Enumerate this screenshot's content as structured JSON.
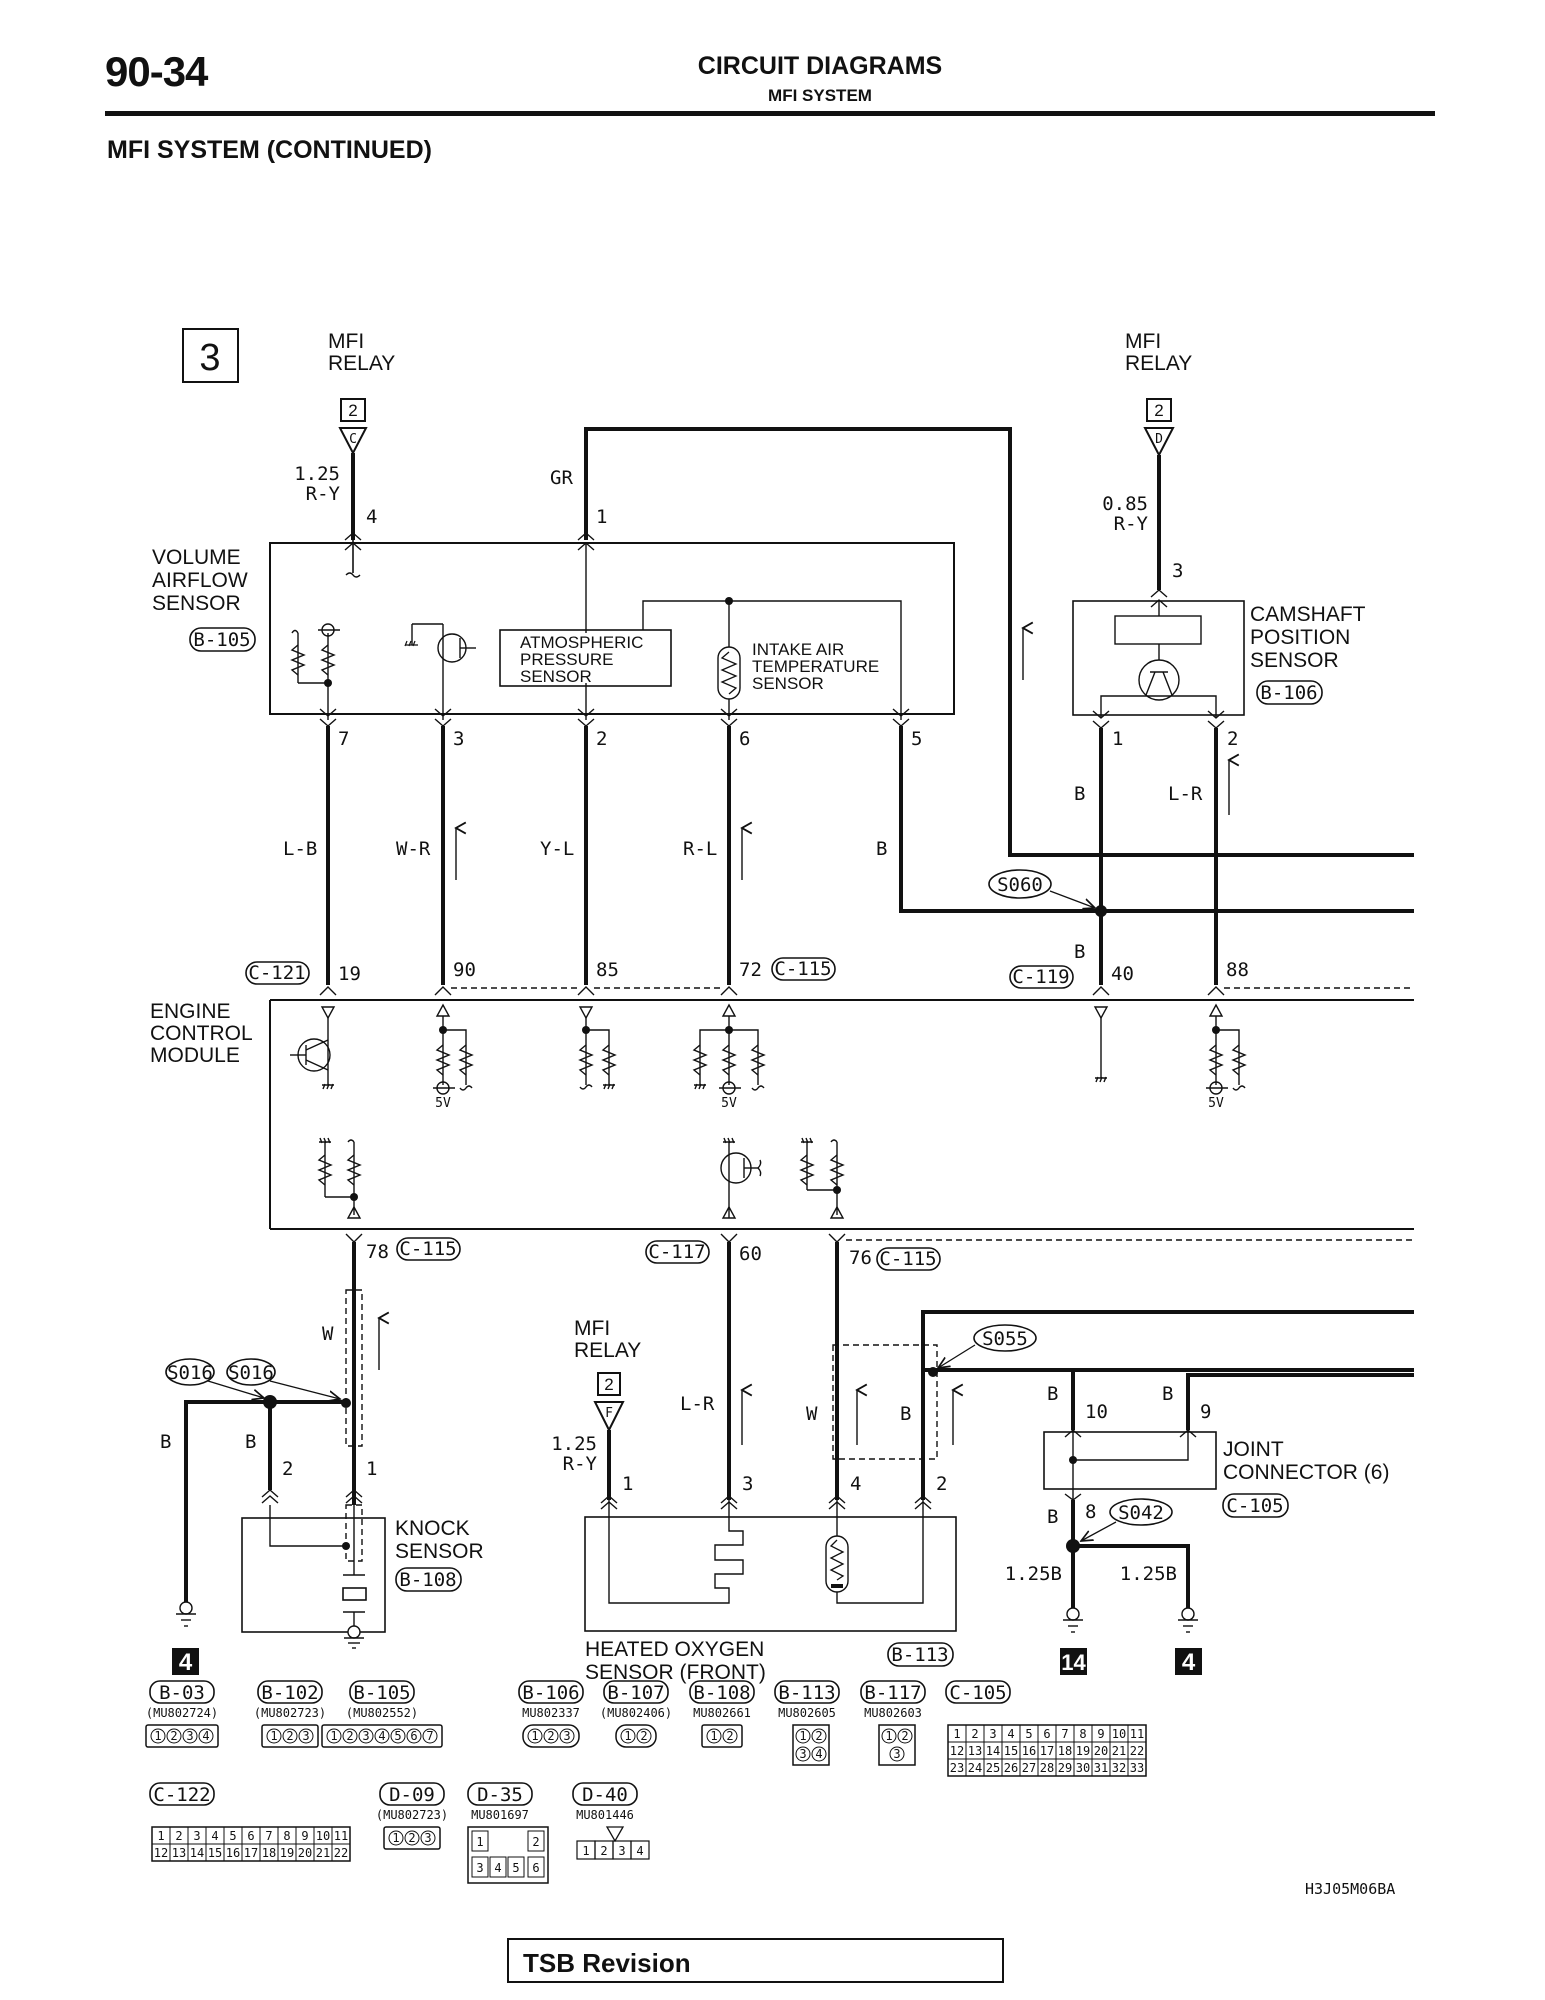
{
  "header": {
    "page_number": "90-34",
    "title": "CIRCUIT DIAGRAMS",
    "subtitle": "MFI SYSTEM",
    "section_title": "MFI SYSTEM (CONTINUED)"
  },
  "sheet_marker": "3",
  "components": {
    "vaf": {
      "name_lines": [
        "VOLUME",
        "AIRFLOW",
        "SENSOR"
      ],
      "connector": "B-105"
    },
    "atmos": {
      "name_lines": [
        "ATMOSPHERIC",
        "PRESSURE",
        "SENSOR"
      ]
    },
    "iat": {
      "name_lines": [
        "INTAKE AIR",
        "TEMPERATURE",
        "SENSOR"
      ]
    },
    "cmp": {
      "name_lines": [
        "CAMSHAFT",
        "POSITION",
        "SENSOR"
      ],
      "connector": "B-106"
    },
    "ecm": {
      "name_lines": [
        "ENGINE",
        "CONTROL",
        "MODULE"
      ]
    },
    "knock": {
      "name_lines": [
        "KNOCK",
        "SENSOR"
      ],
      "connector": "B-108"
    },
    "ho2s": {
      "name_lines": [
        "HEATED OXYGEN",
        "SENSOR (FRONT)"
      ],
      "connector": "B-113"
    },
    "joint": {
      "name_lines": [
        "JOINT",
        "CONNECTOR (6)"
      ],
      "connector": "C-105"
    }
  },
  "relays": [
    {
      "name_lines": [
        "MFI",
        "RELAY"
      ],
      "ref": "2",
      "terminal": "C",
      "wire_size": "1.25",
      "wire_color": "R-Y"
    },
    {
      "name_lines": [
        "MFI",
        "RELAY"
      ],
      "ref": "2",
      "terminal": "D",
      "wire_size": "0.85",
      "wire_color": "R-Y"
    },
    {
      "name_lines": [
        "MFI",
        "RELAY"
      ],
      "ref": "2",
      "terminal": "F",
      "wire_size": "1.25",
      "wire_color": "R-Y"
    }
  ],
  "vaf_pins": {
    "p4": "4",
    "p1": "1",
    "p7": "7",
    "p3": "3",
    "p2": "2",
    "p6": "6",
    "p5": "5"
  },
  "cmp_pins": {
    "p3": "3",
    "p1": "1",
    "p2": "2"
  },
  "wire_colors": {
    "gr": "GR",
    "lb": "L-B",
    "wr": "W-R",
    "yl": "Y-L",
    "rl": "R-L",
    "b": "B",
    "cmp_b": "B",
    "cmp_lr": "L-R",
    "ecm40_b": "B",
    "knock_w": "W",
    "knock_b1": "B",
    "knock_b2": "B",
    "ho2s_lr": "L-R",
    "ho2s_w": "W",
    "ho2s_b": "B",
    "jc_b10": "B",
    "jc_b9": "B",
    "jc_b8": "B",
    "gnd1": "1.25B",
    "gnd2": "1.25B"
  },
  "ecm_pins_top": [
    {
      "pin": "19",
      "connector": "C-121"
    },
    {
      "pin": "90"
    },
    {
      "pin": "85"
    },
    {
      "pin": "72",
      "connector": "C-115"
    },
    {
      "pin": "40",
      "connector": "C-119"
    },
    {
      "pin": "88"
    }
  ],
  "ecm_pins_bottom": [
    {
      "pin": "78",
      "connector": "C-115"
    },
    {
      "pin": "60",
      "connector": "C-117"
    },
    {
      "pin": "76",
      "connector": "C-115"
    }
  ],
  "ecm_voltage_labels": [
    "5V",
    "5V",
    "5V"
  ],
  "splices": {
    "s060": "S060",
    "s016a": "S016",
    "s016b": "S016",
    "s055": "S055",
    "s042": "S042"
  },
  "knock_pins": {
    "p2": "2",
    "p1": "1"
  },
  "ho2s_pins": {
    "p1": "1",
    "p3": "3",
    "p4": "4",
    "p2": "2"
  },
  "jc_pins": {
    "p10": "10",
    "p9": "9",
    "p8": "8"
  },
  "ground_refs": [
    "4",
    "14",
    "4"
  ],
  "connector_legend": [
    {
      "id": "B-03",
      "part": "(MU802724)",
      "pins": [
        "1",
        "2",
        "3",
        "4"
      ]
    },
    {
      "id": "B-102",
      "part": "(MU802723)",
      "pins": [
        "1",
        "2",
        "3"
      ]
    },
    {
      "id": "B-105",
      "part": "(MU802552)",
      "pins": [
        "1",
        "2",
        "3",
        "4",
        "5",
        "6",
        "7"
      ]
    },
    {
      "id": "B-106",
      "part": "MU802337",
      "pins": [
        "1",
        "2",
        "3"
      ]
    },
    {
      "id": "B-107",
      "part": "(MU802406)",
      "pins": [
        "1",
        "2"
      ]
    },
    {
      "id": "B-108",
      "part": "MU802661",
      "pins": [
        "1",
        "2"
      ]
    },
    {
      "id": "B-113",
      "part": "MU802605",
      "pins": [
        "1",
        "2",
        "3",
        "4"
      ]
    },
    {
      "id": "B-117",
      "part": "MU802603",
      "pins": [
        "1",
        "2",
        "3"
      ]
    },
    {
      "id": "C-105",
      "part": "",
      "pins": [
        "1",
        "2",
        "3",
        "4",
        "5",
        "6",
        "7",
        "8",
        "9",
        "10",
        "11",
        "12",
        "13",
        "14",
        "15",
        "16",
        "17",
        "18",
        "19",
        "20",
        "21",
        "22",
        "23",
        "24",
        "25",
        "26",
        "27",
        "28",
        "29",
        "30",
        "31",
        "32",
        "33"
      ]
    },
    {
      "id": "C-122",
      "part": "",
      "pins": [
        "1",
        "2",
        "3",
        "4",
        "5",
        "6",
        "7",
        "8",
        "9",
        "10",
        "11",
        "12",
        "13",
        "14",
        "15",
        "16",
        "17",
        "18",
        "19",
        "20",
        "21",
        "22"
      ]
    },
    {
      "id": "D-09",
      "part": "(MU802723)",
      "pins": [
        "1",
        "2",
        "3"
      ]
    },
    {
      "id": "D-35",
      "part": "MU801697",
      "pins": [
        "1",
        "2",
        "3",
        "4",
        "5",
        "6"
      ]
    },
    {
      "id": "D-40",
      "part": "MU801446",
      "pins": [
        "1",
        "2",
        "3",
        "4"
      ]
    }
  ],
  "figure_id": "H3J05M06BA",
  "footer": {
    "tsb_label": "TSB Revision"
  }
}
